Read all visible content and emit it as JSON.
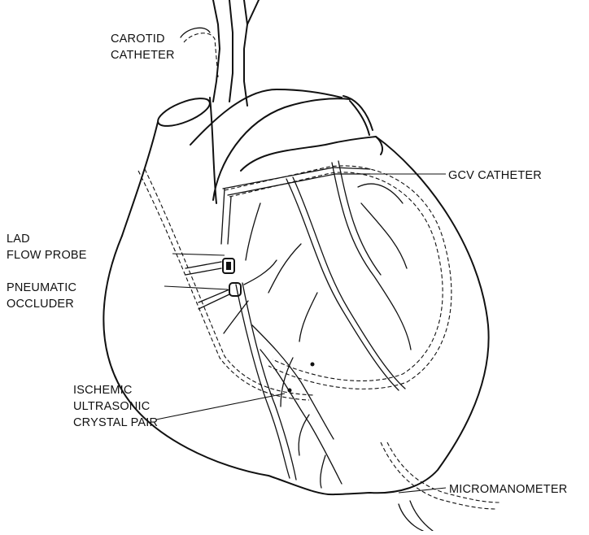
{
  "labels": {
    "carotid_catheter": [
      "CAROTID",
      "CATHETER"
    ],
    "gcv_catheter": "GCV CATHETER",
    "lad_flow_probe": [
      "LAD",
      "FLOW PROBE"
    ],
    "pneumatic_occluder": [
      "PNEUMATIC",
      "OCCLUDER"
    ],
    "ischemic_crystal_pair": [
      "ISCHEMIC",
      "ULTRASONIC",
      "CRYSTAL PAIR"
    ],
    "micromanometer": "MICROMANOMETER"
  }
}
